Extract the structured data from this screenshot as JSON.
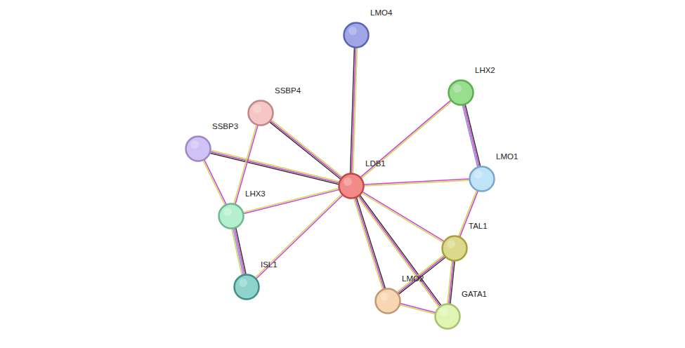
{
  "diagram": {
    "nodes": [
      {
        "text": [
          "LMO4"
        ]
      },
      {
        "text": [
          "LHX2"
        ]
      },
      {
        "text": [
          "SSBP4"
        ]
      },
      {
        "text": [
          "SSBP3"
        ]
      },
      {
        "text": [
          "LDB1"
        ]
      },
      {
        "text": [
          "LMO1"
        ]
      },
      {
        "text": [
          "LHX3"
        ]
      },
      {
        "text": [
          "TAL1"
        ]
      },
      {
        "text": [
          "ISL1"
        ]
      },
      {
        "text": [
          "LMO2"
        ]
      },
      {
        "text": [
          "GATA1"
        ]
      }
    ],
    "edges": [
      {
        "from": 4,
        "to": 0,
        "arrow": "none"
      },
      {
        "from": 4,
        "to": 1,
        "arrow": "none"
      },
      {
        "from": 4,
        "to": 2,
        "arrow": "none"
      },
      {
        "from": 4,
        "to": 3,
        "arrow": "none"
      },
      {
        "from": 4,
        "to": 5,
        "arrow": "none"
      },
      {
        "from": 4,
        "to": 6,
        "arrow": "none"
      },
      {
        "from": 4,
        "to": 7,
        "arrow": "none"
      },
      {
        "from": 4,
        "to": 8,
        "arrow": "none"
      },
      {
        "from": 4,
        "to": 9,
        "arrow": "none"
      },
      {
        "from": 4,
        "to": 10,
        "arrow": "none"
      },
      {
        "from": 1,
        "to": 5,
        "arrow": "none"
      },
      {
        "from": 5,
        "to": 7,
        "arrow": "none"
      },
      {
        "from": 2,
        "to": 6,
        "arrow": "none"
      },
      {
        "from": 3,
        "to": 6,
        "arrow": "none"
      },
      {
        "from": 6,
        "to": 8,
        "arrow": "none"
      },
      {
        "from": 7,
        "to": 9,
        "arrow": "none"
      },
      {
        "from": 7,
        "to": 10,
        "arrow": "none"
      },
      {
        "from": 9,
        "to": 10,
        "arrow": "none"
      }
    ]
  }
}
